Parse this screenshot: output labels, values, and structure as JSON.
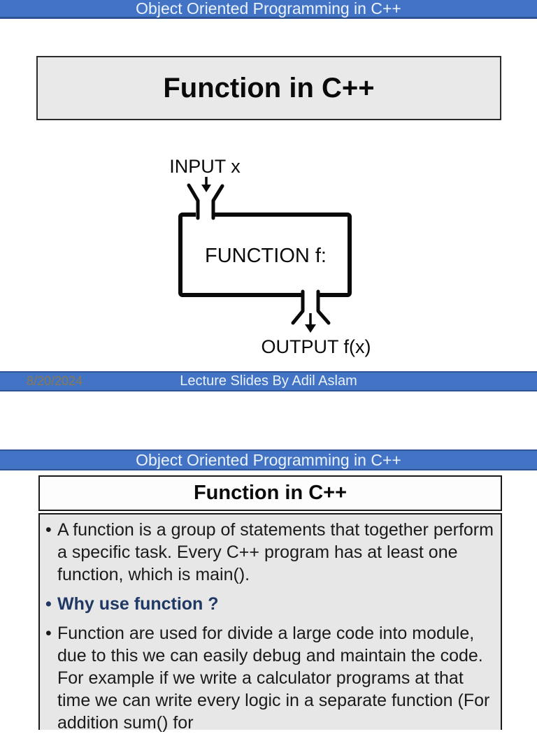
{
  "colors": {
    "banner_blue": "#4373c4",
    "banner_border": "#2e5493",
    "banner_text": "#eaf2fb",
    "date_gold": "#8a7a50",
    "title_box_gray": "#e9e9e9",
    "content_box_gray": "#e7e7e7",
    "accent_navy": "#1f3864",
    "diagram_ink": "#0a0a0a"
  },
  "slide1": {
    "header": "Object Oriented Programming in C++",
    "title": "Function in C++",
    "diagram": {
      "input_label": "INPUT x",
      "box_label": "FUNCTION f:",
      "output_label": "OUTPUT f(x)"
    },
    "footer": {
      "date": "8/20/2024",
      "credit": "Lecture Slides By Adil Aslam"
    }
  },
  "slide2": {
    "header": "Object Oriented Programming in C++",
    "title": "Function in C++",
    "bullets": [
      {
        "style": "normal",
        "text": "A function is a group of statements that together perform a specific task. Every C++ program has at least one function, which is main()."
      },
      {
        "style": "accent",
        "text": "Why use function ?"
      },
      {
        "style": "normal",
        "text": "Function are used for divide a large code into module, due to this we can easily debug and maintain the code. For example if we write a calculator programs at that time we can write every logic in a separate function (For addition sum() for"
      }
    ]
  }
}
